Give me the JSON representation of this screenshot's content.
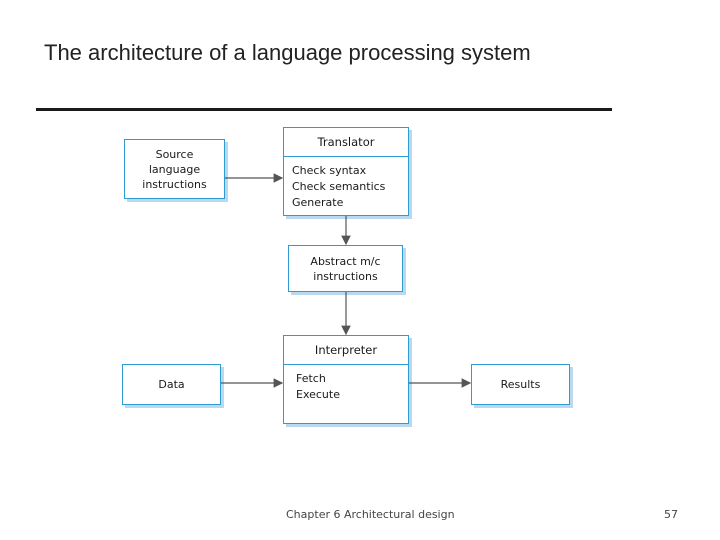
{
  "slide": {
    "title": "The architecture of a language processing system",
    "footer": "Chapter 6 Architectural design",
    "page_number": "57"
  },
  "diagram": {
    "source": {
      "lines": [
        "Source",
        "language",
        "instructions"
      ]
    },
    "translator": {
      "title": "Translator",
      "lines": [
        "Check syntax",
        "Check semantics",
        "Generate"
      ]
    },
    "abstract": {
      "lines": [
        "Abstract m/c",
        "instructions"
      ]
    },
    "interpreter": {
      "title": "Interpreter",
      "lines": [
        "Fetch",
        "Execute"
      ]
    },
    "data": {
      "label": "Data"
    },
    "results": {
      "label": "Results"
    }
  },
  "colors": {
    "box_border": "#2f9bd3",
    "box_shadow": "#b9d9ee",
    "arrow": "#555555"
  }
}
